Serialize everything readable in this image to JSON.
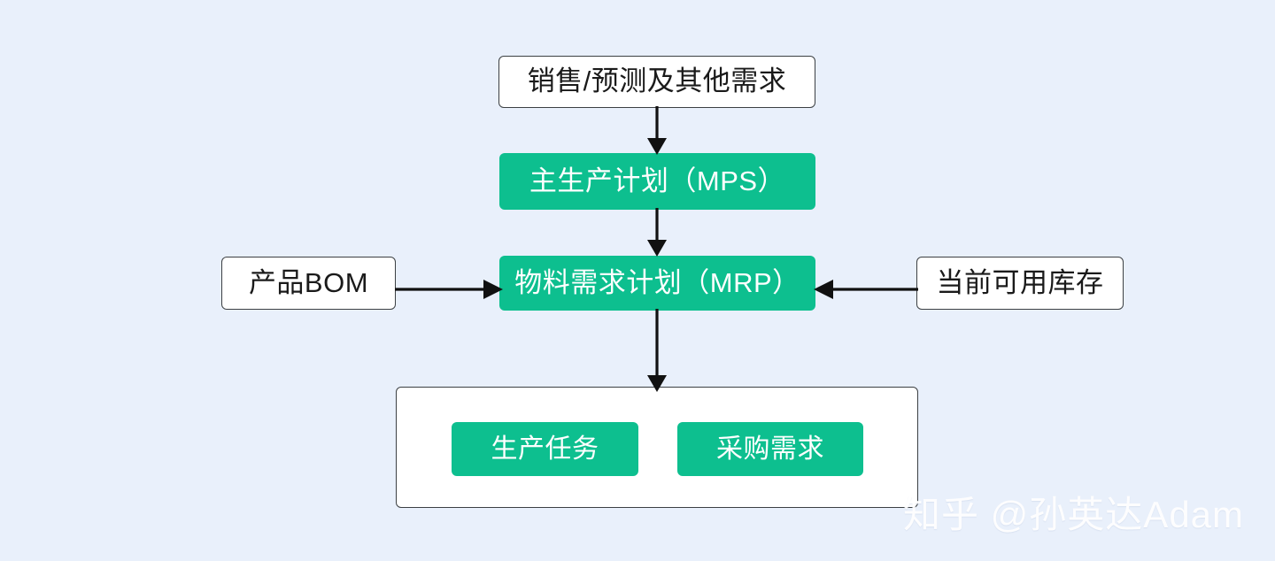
{
  "page": {
    "background_color": "#e9f0fb",
    "accent_green": "#0dbf8f",
    "node_border_color": "#3c4043",
    "node_fill_white": "#ffffff",
    "text_dark": "#1a1a1a",
    "text_light": "#ffffff"
  },
  "diagram": {
    "type": "flowchart",
    "nodes": [
      {
        "id": "demand",
        "label": "销售/预测及其他需求",
        "style": "white"
      },
      {
        "id": "mps",
        "label": "主生产计划（MPS）",
        "style": "green"
      },
      {
        "id": "mrp",
        "label": "物料需求计划（MRP）",
        "style": "green"
      },
      {
        "id": "bom",
        "label": "产品BOM",
        "style": "white"
      },
      {
        "id": "stock",
        "label": "当前可用库存",
        "style": "white"
      },
      {
        "id": "outputs",
        "label": "",
        "style": "container"
      },
      {
        "id": "prodtask",
        "label": "生产任务",
        "style": "green"
      },
      {
        "id": "purchase",
        "label": "采购需求",
        "style": "green"
      }
    ],
    "edges": [
      {
        "from": "demand",
        "to": "mps",
        "direction": "down"
      },
      {
        "from": "mps",
        "to": "mrp",
        "direction": "down"
      },
      {
        "from": "bom",
        "to": "mrp",
        "direction": "right"
      },
      {
        "from": "stock",
        "to": "mrp",
        "direction": "left"
      },
      {
        "from": "mrp",
        "to": "outputs",
        "direction": "down"
      }
    ]
  },
  "watermark": {
    "text": "知乎 @孙英达Adam"
  }
}
